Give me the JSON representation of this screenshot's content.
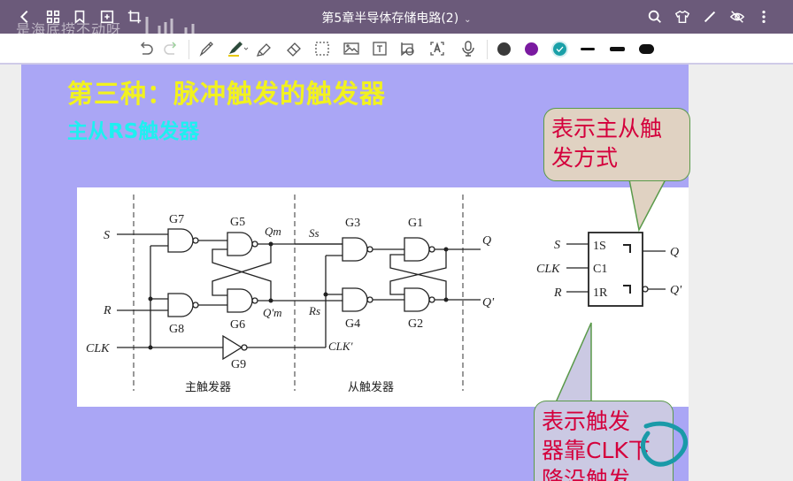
{
  "titlebar": {
    "document_title": "第5章半导体存储电路(2)",
    "title_dropdown_icon": "chevron-down-icon",
    "overlay_text": "是海底捞不动呀",
    "left_icons": [
      "back-icon",
      "grid-icon",
      "bookmark-icon",
      "add-page-icon",
      "crop-icon"
    ],
    "right_icons": [
      "search-icon",
      "shirt-icon",
      "pen-icon",
      "eye-off-icon",
      "more-vert-icon"
    ]
  },
  "toolbar": {
    "tools": [
      "undo-icon",
      "redo-icon",
      "pencil-icon",
      "highlighter-icon",
      "eraser-icon",
      "lasso-select-icon",
      "image-icon",
      "text-icon",
      "shape-icon",
      "ocr-text-icon",
      "microphone-icon"
    ],
    "colors": [
      "#3a3a3a",
      "#7a1aa0",
      "#1aa0a8"
    ],
    "selected_color": "#1aa0a8",
    "stroke_widths": [
      "thin",
      "medium",
      "thick"
    ]
  },
  "slide": {
    "title": "第三种：脉冲触发的触发器",
    "subtitle": "主从RS触发器",
    "title_color": "#f2f21e",
    "subtitle_color": "#1ef0f0",
    "background": "#aaa6f5"
  },
  "diagram": {
    "inputs": {
      "s": "S",
      "r": "R",
      "clk": "CLK"
    },
    "gates": {
      "g7": "G7",
      "g5": "G5",
      "g8": "G8",
      "g6": "G6",
      "g9": "G9",
      "g3": "G3",
      "g1": "G1",
      "g4": "G4",
      "g2": "G2"
    },
    "signals": {
      "qm": "Qm",
      "qm_prime": "Q'm",
      "ss": "Ss",
      "rs": "Rs",
      "clk_prime": "CLK'",
      "q": "Q",
      "q_prime": "Q'"
    },
    "section_labels": {
      "master": "主触发器",
      "slave": "从触发器"
    },
    "symbol": {
      "pins_left": [
        "1S",
        "C1",
        "1R"
      ],
      "inputs": [
        "S",
        "CLK",
        "R"
      ],
      "outputs": [
        "Q",
        "Q'"
      ]
    }
  },
  "callouts": [
    {
      "text_line1": "表示主从触",
      "text_line2": "发方式"
    },
    {
      "text_line1": "表示触发",
      "text_line2": "器靠CLK下",
      "text_line3": "降沿触发"
    }
  ]
}
